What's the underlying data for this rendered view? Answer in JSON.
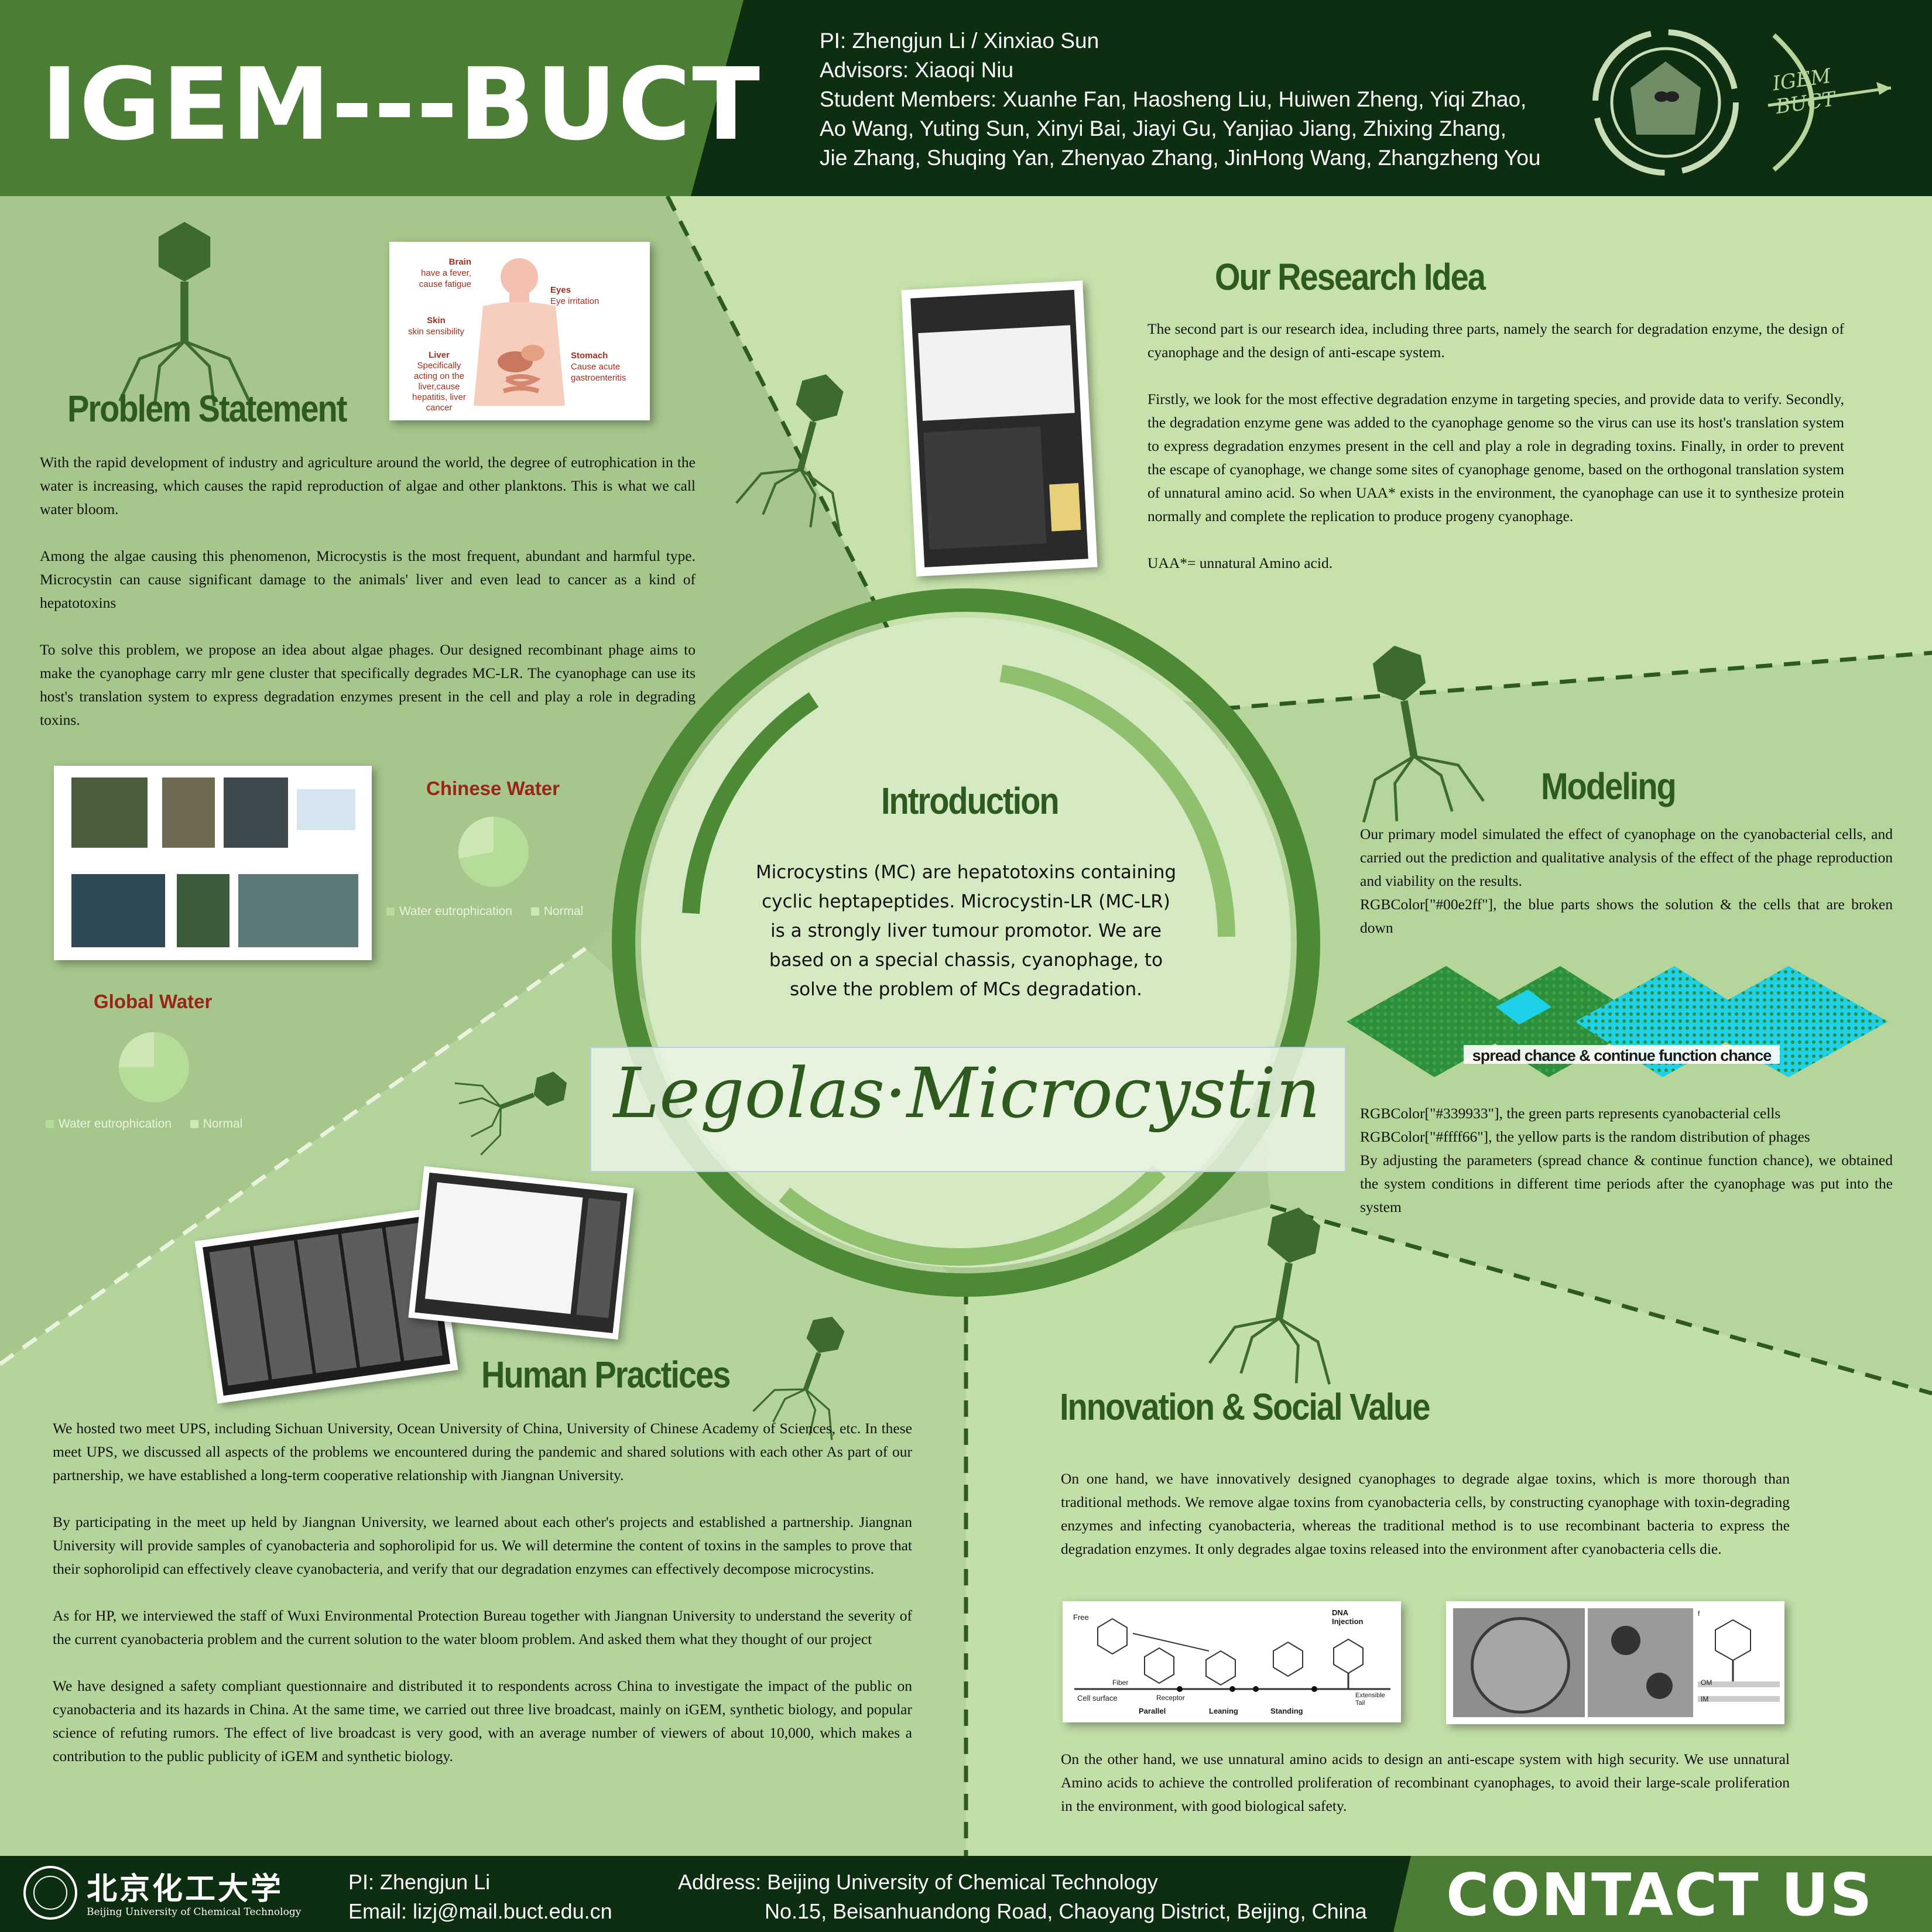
{
  "header": {
    "title": "IGEM---BUCT",
    "team_lines": [
      "PI: Zhengjun Li / Xinxiao Sun",
      "Advisors: Xiaoqi Niu",
      "Student Members: Xuanhe Fan, Haosheng Liu, Huiwen Zheng, Yiqi Zhao,",
      "Ao Wang, Yuting Sun, Xinyi Bai, Jiayi Gu, Yanjiao Jiang, Zhixing Zhang,",
      "Jie Zhang, Shuqing Yan, Zhenyao Zhang, JinHong Wang, Zhangzheng You"
    ],
    "logo_text": "IGEM BUCT"
  },
  "problem": {
    "title": "Problem Statement",
    "paragraphs": [
      "With the rapid development of industry and agriculture around the world, the degree of eutrophication in the water is increasing, which causes the rapid reproduction of algae and other planktons. This is what we call water bloom.",
      "Among the algae causing this phenomenon, Microcystis is the most frequent, abundant and harmful type. Microcystin can cause significant damage to the animals' liver and even lead to cancer as a kind of hepatotoxins",
      "To solve this problem, we propose an idea about algae phages. Our designed recombinant phage aims to make the cyanophage carry mlr gene cluster that specifically degrades MC-LR. The cyanophage can use its host's translation system to express degradation enzymes present in the cell and play a role in degrading toxins."
    ],
    "body_figure": {
      "brain_title": "Brain",
      "brain_text": [
        "have a fever,",
        "cause fatigue"
      ],
      "eyes_title": "Eyes",
      "eyes_text": [
        "Eye irritation"
      ],
      "skin_title": "Skin",
      "skin_text": [
        "skin sensibility"
      ],
      "liver_title": "Liver",
      "liver_text": [
        "Specifically",
        "acting on the",
        "liver,cause",
        "hepatitis, liver",
        "cancer"
      ],
      "stomach_title": "Stomach",
      "stomach_text": [
        "Cause acute",
        "gastroenteritis"
      ]
    }
  },
  "pies": {
    "chinese": {
      "title": "Chinese Water",
      "legend": [
        "Water eutrophication",
        "Normal"
      ],
      "fraction": 0.72
    },
    "global": {
      "title": "Global Water",
      "legend": [
        "Water eutrophication",
        "Normal"
      ],
      "fraction": 0.75
    }
  },
  "research": {
    "title": "Our Research Idea",
    "paragraphs": [
      "The second part is our research idea, including three parts, namely the search for degradation enzyme, the design of cyanophage and the design of anti-escape system.",
      "Firstly, we look for the most effective degradation enzyme in targeting species, and provide data to verify. Secondly, the degradation enzyme gene was added to the cyanophage genome so the virus can use its host's translation system to express degradation enzymes present in the cell and play a role in degrading toxins. Finally, in order to prevent the escape of cyanophage, we change some sites of cyanophage genome, based on the orthogonal translation system of unnatural amino acid. So when UAA* exists in the environment, the cyanophage can use it to synthesize protein normally and complete the replication to produce progeny cyanophage.",
      "UAA*= unnatural Amino acid."
    ]
  },
  "intro": {
    "title": "Introduction",
    "text": "Microcystins (MC) are hepatotoxins containing cyclic heptapeptides. Microcystin-LR (MC-LR) is a strongly liver tumour promotor. We are based on a special chassis, cyanophage, to solve the problem of MCs degradation.",
    "project_name": "Legolas·Microcystin"
  },
  "modeling": {
    "title": "Modeling",
    "text1": "Our primary model simulated the effect of cyanophage on the cyanobacterial cells, and carried out the prediction and qualitative analysis of the effect of the phage reproduction and viability on the results.",
    "text2": "RGBColor[\"#00e2ff\"], the blue parts shows the solution & the cells that are broken down",
    "grid_label": "spread chance & continue function chance",
    "text3": "RGBColor[\"#339933\"], the green parts represents cyanobacterial cells",
    "text4": "RGBColor[\"#ffff66\"], the yellow parts is the random distribution of phages",
    "text5": "By adjusting the parameters (spread chance & continue function chance), we obtained the system conditions in different time periods after the cyanophage was put into the system",
    "colors": {
      "blue": "#00e2ff",
      "green": "#339933",
      "yellow": "#ffff66"
    }
  },
  "human": {
    "title": "Human Practices",
    "paragraphs": [
      "We hosted two meet UPS, including Sichuan University, Ocean University of China, University of Chinese Academy of Sciences, etc. In these meet UPS, we discussed all aspects of the problems we encountered during the pandemic and shared solutions with each other As part of our partnership, we have established a long-term cooperative relationship with Jiangnan University.",
      "By participating in the meet up held by Jiangnan University, we learned about each other's projects and established a partnership. Jiangnan University will provide samples of cyanobacteria and sophorolipid for us. We will determine the content of toxins in the samples to prove that their sophorolipid can effectively cleave cyanobacteria, and verify that our degradation enzymes can effectively decompose microcystins.",
      "As for HP, we interviewed the staff of Wuxi Environmental Protection Bureau together with Jiangnan University to understand the severity of the current cyanobacteria problem and the current solution to the water bloom problem. And asked them what they thought of our project",
      "We have designed a safety compliant questionnaire and distributed it to respondents across China to investigate the impact of the public on cyanobacteria and its hazards in China. At the same time, we carried out three live broadcast, mainly on iGEM, synthetic biology, and popular science of refuting rumors. The effect of live broadcast is very good, with an average number of viewers of about 10,000, which makes a contribution to the public publicity of iGEM and synthetic biology."
    ]
  },
  "innovation": {
    "title": "Innovation & Social Value",
    "para1": "On one hand, we have innovatively designed cyanophages to degrade algae toxins, which is more thorough than traditional methods. We remove algae toxins from cyanobacteria cells, by constructing cyanophage with toxin-degrading enzymes and infecting cyanobacteria, whereas the traditional method is to use recombinant bacteria to express the degradation enzymes. It only degrades algae toxins released into the environment after cyanobacteria cells die.",
    "para2": "On the other hand, we use unnatural amino acids to design an anti-escape system with high security. We use unnatural Amino acids to achieve the controlled proliferation of recombinant cyanophages, to avoid their large-scale proliferation in the environment, with good biological safety.",
    "diagram_labels": {
      "free": "Free",
      "dna": "DNA",
      "injection": "Injection",
      "fiber": "Fiber",
      "receptor": "Receptor",
      "cell_surface": "Cell surface",
      "extensible": "Extensible",
      "tail": "Tail",
      "parallel": "Parallel",
      "leaning": "Leaning",
      "standing": "Standing",
      "om": "OM",
      "im": "IM",
      "f": "f"
    }
  },
  "footer": {
    "univ_cn": "北京化工大学",
    "univ_en": "Beijing University of Chemical Technology",
    "pi": "PI: Zhengjun Li",
    "email": "Email: lizj@mail.buct.edu.cn",
    "address1": "Address: Beijing University of Chemical Technology",
    "address2": "No.15, Beisanhuandong Road, Chaoyang District, Beijing, China",
    "contact": "CONTACT US"
  }
}
